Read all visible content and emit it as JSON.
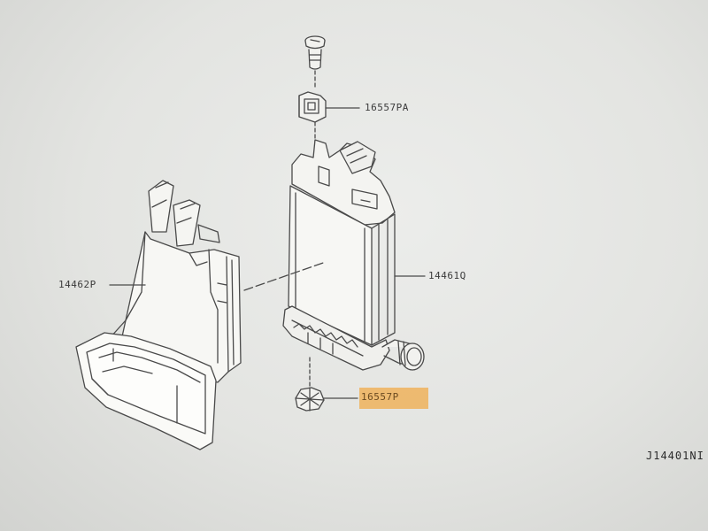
{
  "diagram": {
    "labels": {
      "screw_top": "16557PA",
      "intercooler": "14461Q",
      "air_duct": "14462P",
      "clip_bottom": "16557P"
    },
    "drawing_id": "J14401NI"
  },
  "colors": {
    "line": "#4a4a4a",
    "highlight": "#eeb25c",
    "background": "#e6e7e4"
  }
}
